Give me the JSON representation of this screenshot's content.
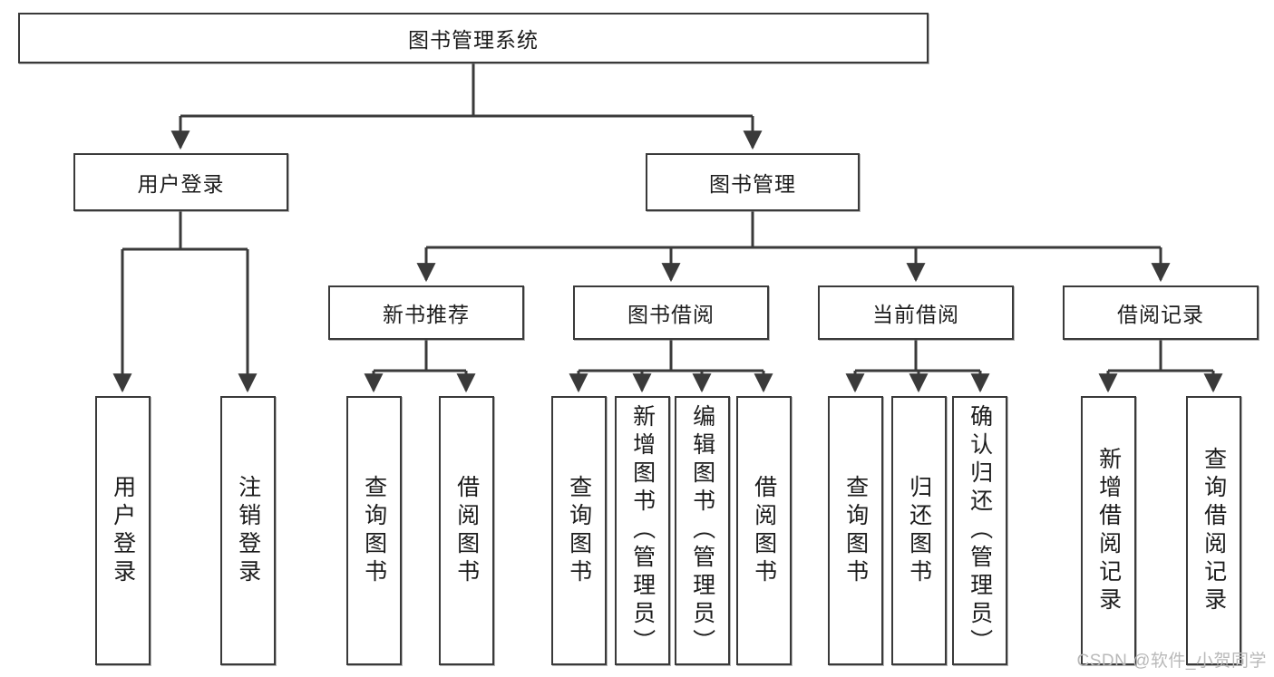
{
  "diagram": {
    "type": "tree-hierarchy",
    "title": "图书管理系统",
    "orientation": "top-down",
    "watermark": "CSDN @软件_小贺同学",
    "style": {
      "box_fill": "#ffffff",
      "box_stroke": "#3a3a3a",
      "line_color": "#3a3a3a",
      "text_color": "#1c1c1c",
      "watermark_color": "#b9b9b9"
    },
    "nodes": {
      "root": {
        "label": "图书管理系统",
        "level": 0
      },
      "l1": [
        {
          "id": "user-login",
          "label": "用户登录",
          "level": 1
        },
        {
          "id": "book-management",
          "label": "图书管理",
          "level": 1
        }
      ],
      "l2": [
        {
          "id": "new-book-recommend",
          "label": "新书推荐",
          "level": 2,
          "parent": "book-management"
        },
        {
          "id": "book-borrow",
          "label": "图书借阅",
          "level": 2,
          "parent": "book-management"
        },
        {
          "id": "current-borrow",
          "label": "当前借阅",
          "level": 2,
          "parent": "book-management"
        },
        {
          "id": "borrow-record",
          "label": "借阅记录",
          "level": 2,
          "parent": "book-management"
        }
      ],
      "leaves": [
        {
          "id": "leaf-user-login",
          "label": "用户登录",
          "parent": "user-login"
        },
        {
          "id": "leaf-logout",
          "label": "注销登录",
          "parent": "user-login"
        },
        {
          "id": "leaf-query-books-1",
          "label": "查询图书",
          "parent": "new-book-recommend"
        },
        {
          "id": "leaf-borrow-books-1",
          "label": "借阅图书",
          "parent": "new-book-recommend"
        },
        {
          "id": "leaf-query-books-2",
          "label": "查询图书",
          "parent": "book-borrow"
        },
        {
          "id": "leaf-add-book",
          "label": "新增图书（管理员）",
          "parent": "book-borrow"
        },
        {
          "id": "leaf-edit-book",
          "label": "编辑图书（管理员）",
          "parent": "book-borrow"
        },
        {
          "id": "leaf-borrow-books-2",
          "label": "借阅图书",
          "parent": "book-borrow"
        },
        {
          "id": "leaf-query-books-3",
          "label": "查询图书",
          "parent": "current-borrow"
        },
        {
          "id": "leaf-return-books",
          "label": "归还图书",
          "parent": "current-borrow"
        },
        {
          "id": "leaf-confirm-return",
          "label": "确认归还（管理员）",
          "parent": "current-borrow"
        },
        {
          "id": "leaf-add-record",
          "label": "新增借阅记录",
          "parent": "borrow-record"
        },
        {
          "id": "leaf-query-record",
          "label": "查询借阅记录",
          "parent": "borrow-record"
        }
      ]
    }
  }
}
